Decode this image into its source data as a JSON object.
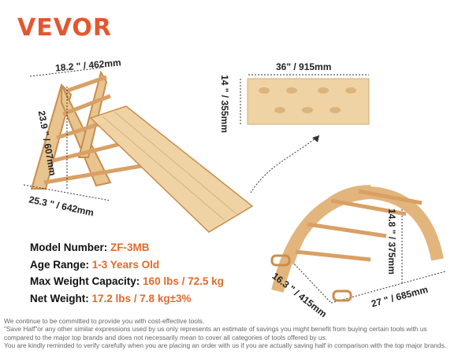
{
  "brand": "VEVOR",
  "dimensions": {
    "triangle_top": "18.2 \" / 462mm",
    "triangle_height": "23.9 \" / 607mm",
    "triangle_base": "25.3 \" / 642mm",
    "ramp_length": "36\" / 915mm",
    "ramp_width": "14 \" / 355mm",
    "arch_height": "14.8 \" / 375mm",
    "arch_depth": "16.3 \" / 415mm",
    "arch_length": "27 \" / 685mm"
  },
  "specs": [
    {
      "label": "Model Number:",
      "value": "ZF-3MB"
    },
    {
      "label": "Age Range:",
      "value": "1-3 Years Old"
    },
    {
      "label": "Max Weight Capacity:",
      "value": "160 lbs / 72.5 kg"
    },
    {
      "label": "Net Weight:",
      "value": "17.2 lbs / 7.8 kg±3%"
    }
  ],
  "disclaimer": [
    "We continue to be committed to provide you with cost-effective tools.",
    "\"Save Half\"or any other similar expressions used by us only represents an estimate of savings you might benefit from buying certain tools with us",
    "compared to the major top brands and does not necessarily mean to cover all categories of tools offered by us.",
    "You are kindly reminded to verify carefully when you are placing an order with us if you are actually saving half in comparison with the top major brands."
  ],
  "colors": {
    "brand": "#e4572e",
    "value": "#e26a2c",
    "wood": "#e8c48e",
    "rung": "#d9a065"
  }
}
